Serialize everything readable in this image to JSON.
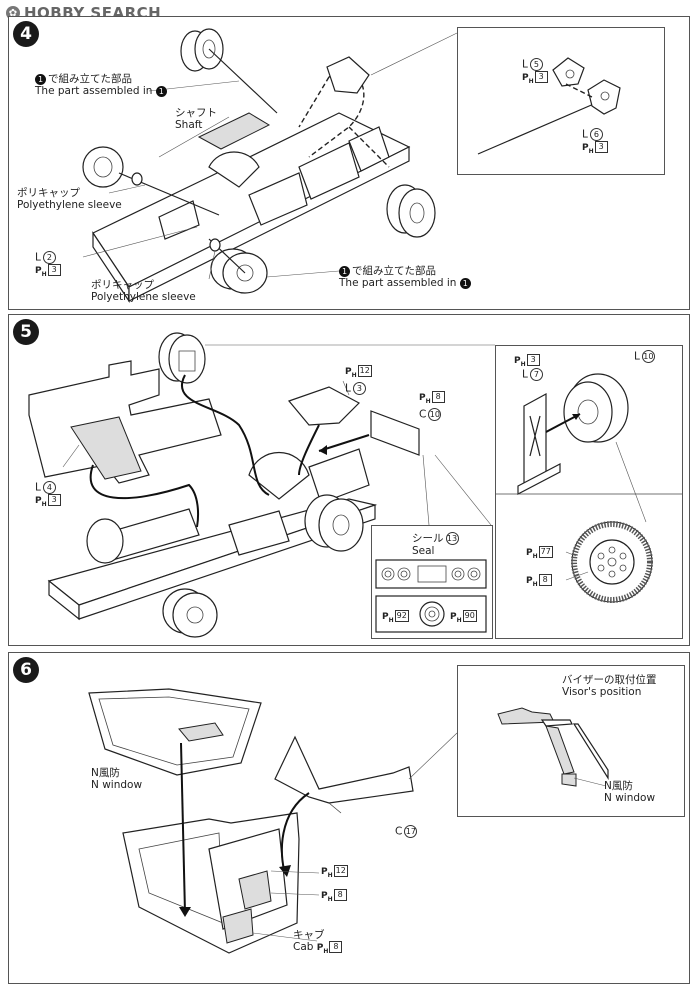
{
  "header": {
    "logo_text": "HOBBY SEARCH",
    "logo_icon": "gear-icon"
  },
  "steps": [
    {
      "number": "4",
      "labels": {
        "assembled_jp": "で組み立てた部品",
        "assembled_en": "The part assembled in",
        "assembled_ref": "1",
        "shaft_jp": "シャフト",
        "shaft_en": "Shaft",
        "polycap1_jp": "ポリキャップ",
        "polycap1_en": "Polyethylene sleeve",
        "part_l2": "L",
        "part_l2_num": "2",
        "part_l2_ph": "3",
        "polycap2_jp": "ポリキャップ",
        "polycap2_en": "Polyethylene sleeve",
        "assembled2_jp": "で組み立てた部品",
        "assembled2_en": "The part assembled in",
        "assembled2_ref": "1"
      },
      "inset": {
        "part_l5": "L",
        "part_l5_num": "5",
        "part_l5_ph": "3",
        "part_l6": "L",
        "part_l6_num": "6",
        "part_l6_ph": "3"
      }
    },
    {
      "number": "5",
      "labels": {
        "ph12": "12",
        "l3": "L",
        "l3_num": "3",
        "ph8": "8",
        "c10": "C",
        "c10_num": "10",
        "l4": "L",
        "l4_num": "4",
        "l4_ph": "3",
        "seal_jp": "シール",
        "seal_en": "Seal",
        "seal_num": "13",
        "seal_ph92": "92",
        "seal_ph90": "90"
      },
      "inset_wheel": {
        "ph3": "3",
        "l7": "L",
        "l7_num": "7",
        "l10": "L",
        "l10_num": "10"
      },
      "inset_tire": {
        "ph77": "77",
        "ph8": "8"
      }
    },
    {
      "number": "6",
      "labels": {
        "nwin_jp": "N風防",
        "nwin_en": "N window",
        "c17": "C",
        "c17_num": "17",
        "ph12": "12",
        "ph8a": "8",
        "cab_jp": "キャブ",
        "cab_en": "Cab",
        "cab_ph": "8"
      },
      "inset": {
        "visor_jp": "バイザーの取付位置",
        "visor_en": "Visor's position",
        "nwin_jp": "N風防",
        "nwin_en": "N window"
      }
    }
  ]
}
